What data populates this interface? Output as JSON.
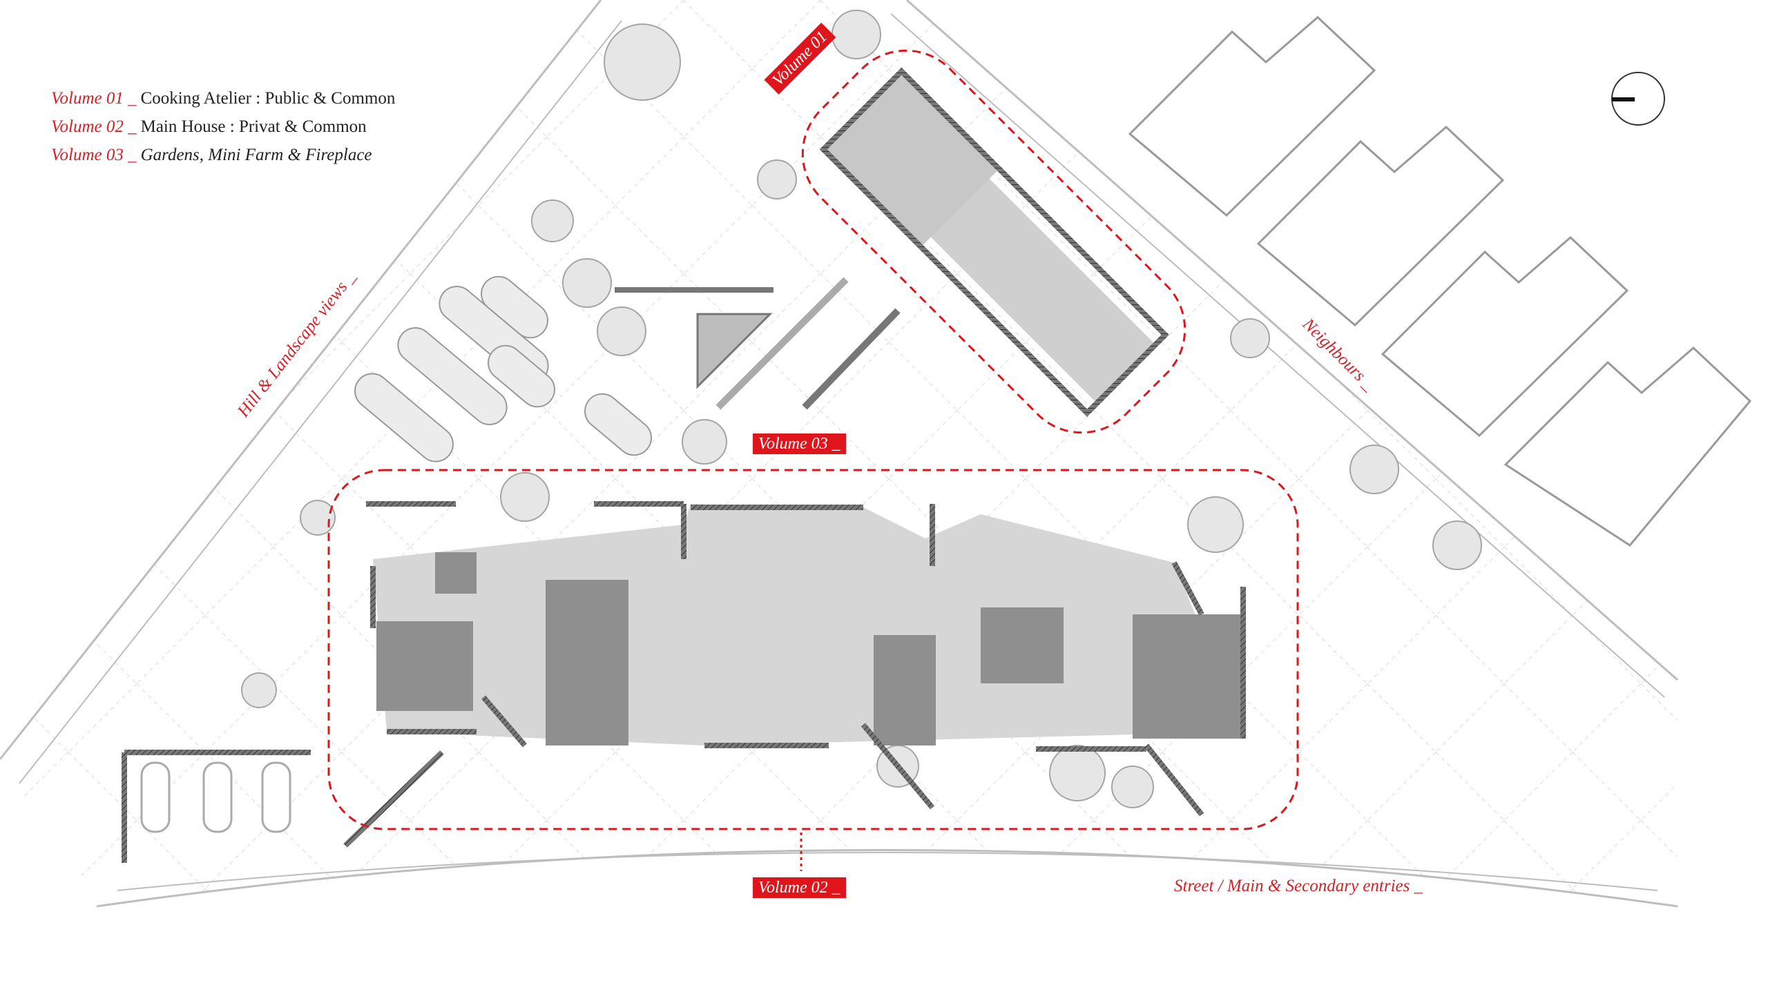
{
  "legend": [
    {
      "volume": "Volume 01 _",
      "description": "Cooking Atelier : Public & Common"
    },
    {
      "volume": "Volume 02 _",
      "description": "Main House : Privat & Common"
    },
    {
      "volume": "Volume 03 _",
      "description": "Gardens, Mini Farm & Fireplace"
    }
  ],
  "labels": {
    "volume01": "Volume 01",
    "volume02": "Volume 02 _",
    "volume03": "Volume 03 _",
    "hill": "Hill & Landscape views _",
    "neighbours": "Neighbours _",
    "street": "Street / Main & Secondary entries _"
  },
  "icons": {
    "north": "north-arrow-icon"
  },
  "colors": {
    "accent": "#d81f26",
    "tag": "#e0151b",
    "room": "#c9c9c9",
    "wall": "#555555"
  }
}
